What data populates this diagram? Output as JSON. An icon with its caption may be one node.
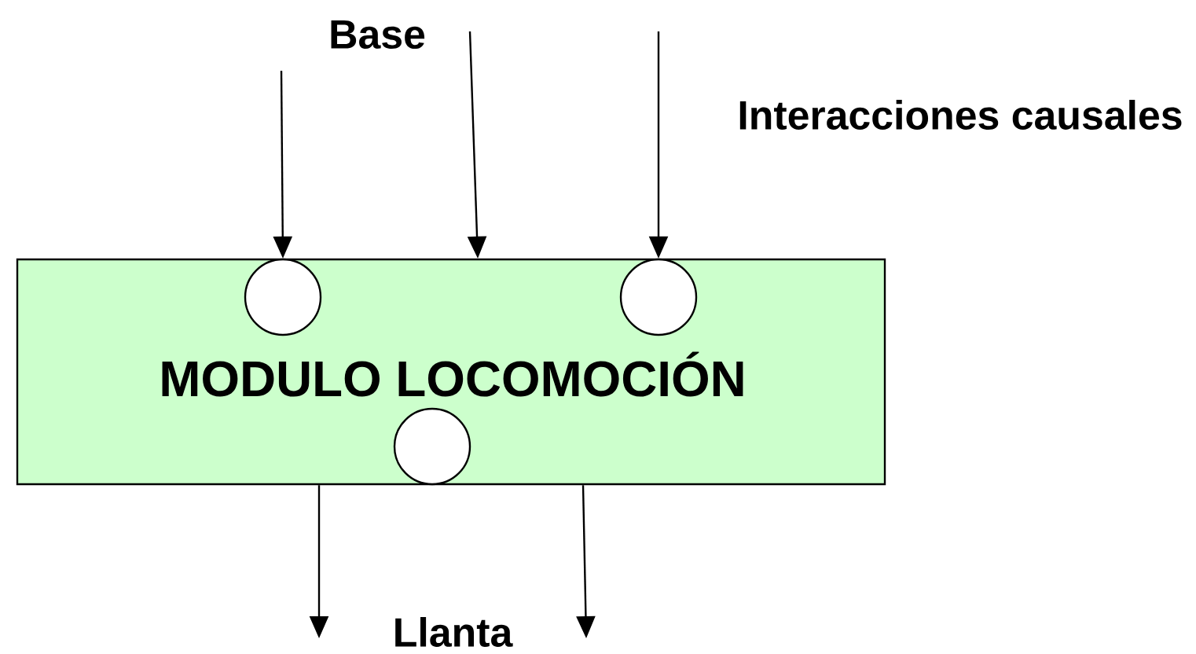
{
  "diagram": {
    "nodes": [
      {
        "text": [
          "MODULO LOCOMOCIÓN"
        ]
      },
      {
        "text": [],
        "shape": "circle",
        "in": 0
      },
      {
        "text": [],
        "shape": "circle",
        "in": 0
      },
      {
        "text": [],
        "shape": "circle",
        "in": 0
      }
    ],
    "edges": [
      {
        "from": null,
        "to": 1,
        "arrow": "to"
      },
      {
        "from": null,
        "to": 0,
        "arrow": "to"
      },
      {
        "from": null,
        "to": 2,
        "arrow": "to"
      },
      {
        "from": 0,
        "to": null,
        "arrow": "to"
      },
      {
        "from": 0,
        "to": null,
        "arrow": "to"
      }
    ],
    "labels": [
      "Base",
      "Interacciones causales",
      "Llanta"
    ]
  }
}
